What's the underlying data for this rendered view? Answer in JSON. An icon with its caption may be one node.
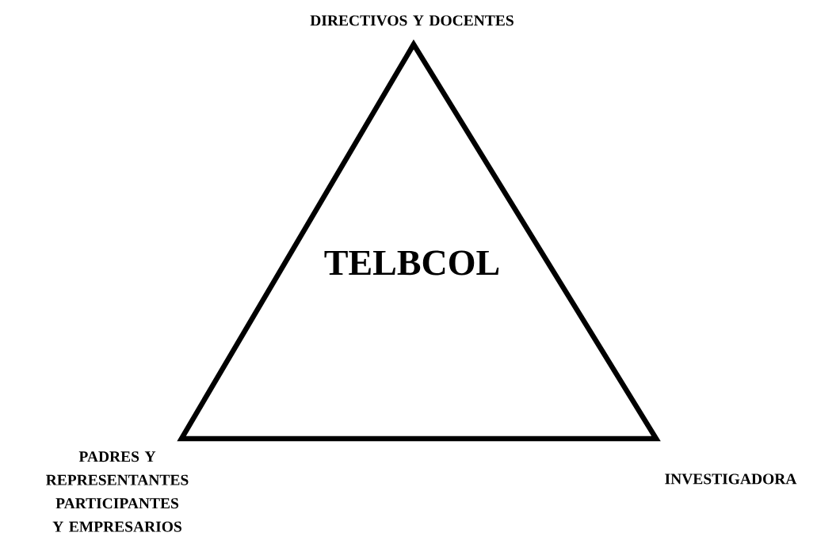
{
  "diagram": {
    "nodes": [
      {
        "text": [
          "TELBCOL"
        ]
      }
    ],
    "labels": [
      "DIRECTIVOS Y DOCENTES",
      "PADRES Y REPRESENTANTES PARTICIPANTES Y EMPRESARIOS",
      "INVESTIGADORA"
    ]
  }
}
